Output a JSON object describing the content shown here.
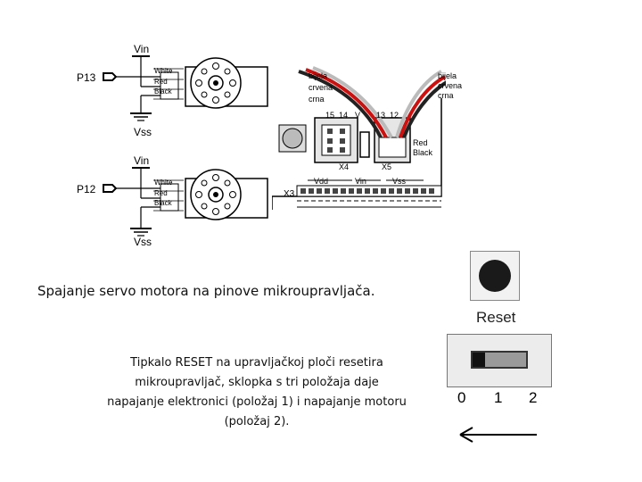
{
  "schematic_top": {
    "pin": "P13",
    "supply": "Vin",
    "ground": "Vss",
    "wires": [
      "White",
      "Red",
      "Black"
    ]
  },
  "schematic_bottom": {
    "pin": "P12",
    "supply": "Vin",
    "ground": "Vss",
    "wires": [
      "White",
      "Red",
      "Black"
    ]
  },
  "board": {
    "left_wire_labels": [
      "bijela",
      "crvena",
      "crna"
    ],
    "right_wire_labels": [
      "bijela",
      "crvena",
      "crna"
    ],
    "header_numbers": [
      "15",
      "14",
      "V",
      "13",
      "12"
    ],
    "connector_left": "X4",
    "connector_right": "X5",
    "side_labels": [
      "Red",
      "Black"
    ],
    "bus_labels": [
      "Vdd",
      "Vin",
      "Vss"
    ],
    "bus_name": "X3"
  },
  "caption_servo": "Spajanje servo motora na pinove mikroupravljača.",
  "caption_reset": "Tipkalo RESET na upravljačkoj ploči resetira mikroupravljač, sklopka s tri položaja daje napajanje elektronici (položaj 1) i napajanje motoru (položaj 2).",
  "reset_label": "Reset",
  "switch_positions": [
    "0",
    "1",
    "2"
  ],
  "switch_state": 0
}
